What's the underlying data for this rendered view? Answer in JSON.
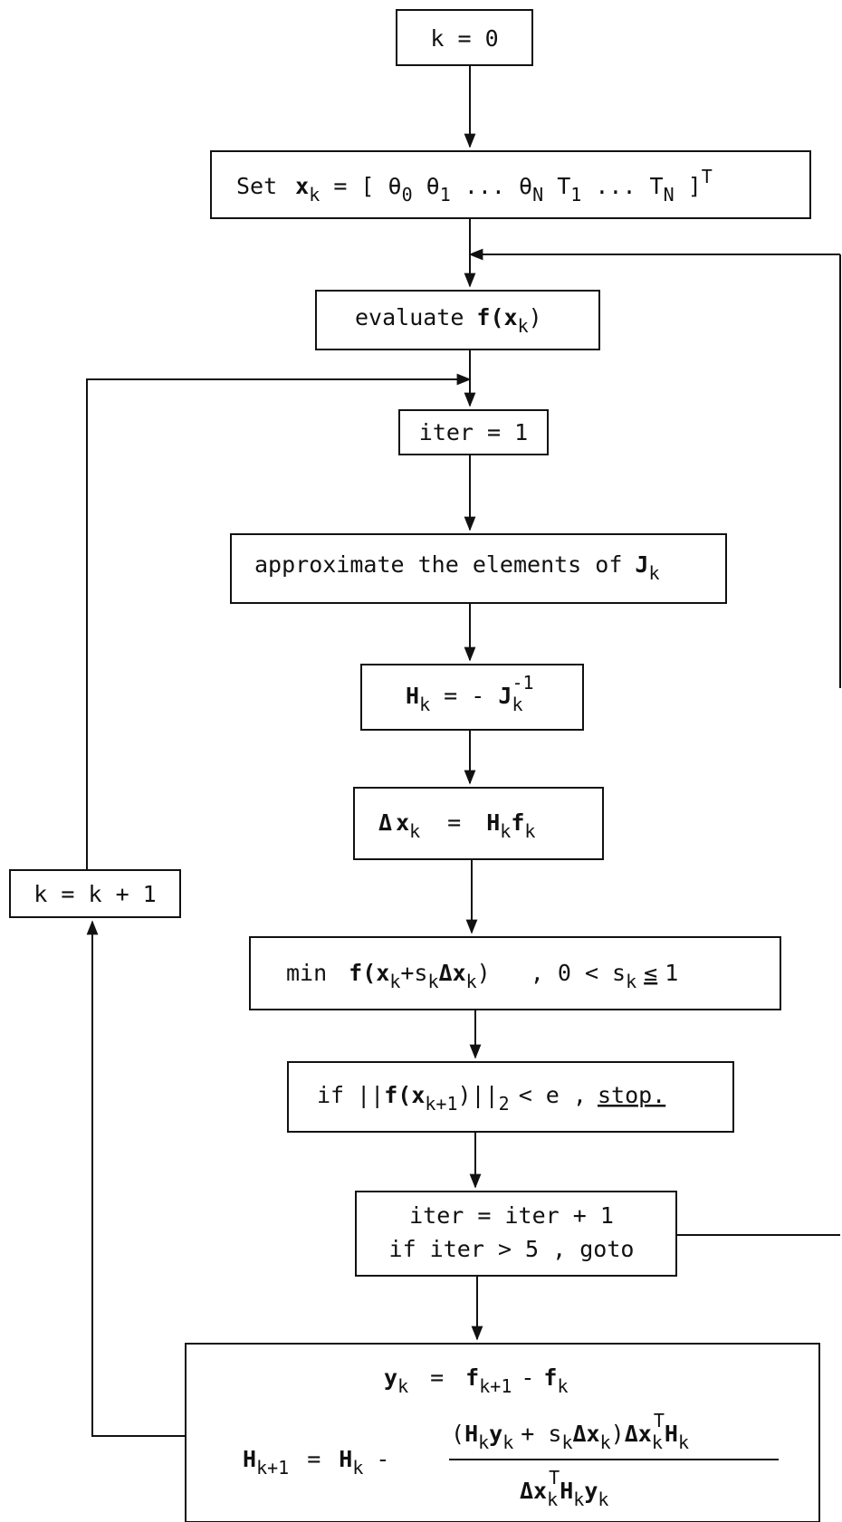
{
  "nodes": {
    "init": {
      "text": "k = 0"
    },
    "set_x": {
      "label": "Set",
      "var": "x",
      "sub": "k",
      "mid": " = [ θ",
      "th0": "0",
      "th1": "1",
      "thN": "N",
      "t1": "1",
      "tN": "N",
      "sup": "T"
    },
    "evaluate": {
      "text": "evaluate",
      "fn": "f(x",
      "sub": "k"
    },
    "iter_init": {
      "text": "iter = 1"
    },
    "approx": {
      "text": "approximate the elements of",
      "var": "J",
      "sub": "k"
    },
    "hk": {
      "h": "H",
      "sub": "k",
      "mid": " = - ",
      "j": "J",
      "jsub": "k",
      "sup": "-1"
    },
    "dx": {
      "delta": "Δ",
      "var": "x",
      "sub": "k",
      "eq": "=",
      "h": "H",
      "f": "f"
    },
    "min": {
      "label": "min",
      "cond": ", 0 < s",
      "le": "≤",
      "one": "1"
    },
    "check": {
      "label": "if",
      "cond": "< e ,",
      "stop": "stop."
    },
    "iter_inc": {
      "line1": "iter = iter + 1",
      "line2": "if iter > 5 , goto"
    },
    "update": {
      "y": "y",
      "eq": "=",
      "kp1": "k+1",
      "minus": "-"
    },
    "k_inc": {
      "text": "k = k + 1"
    }
  }
}
